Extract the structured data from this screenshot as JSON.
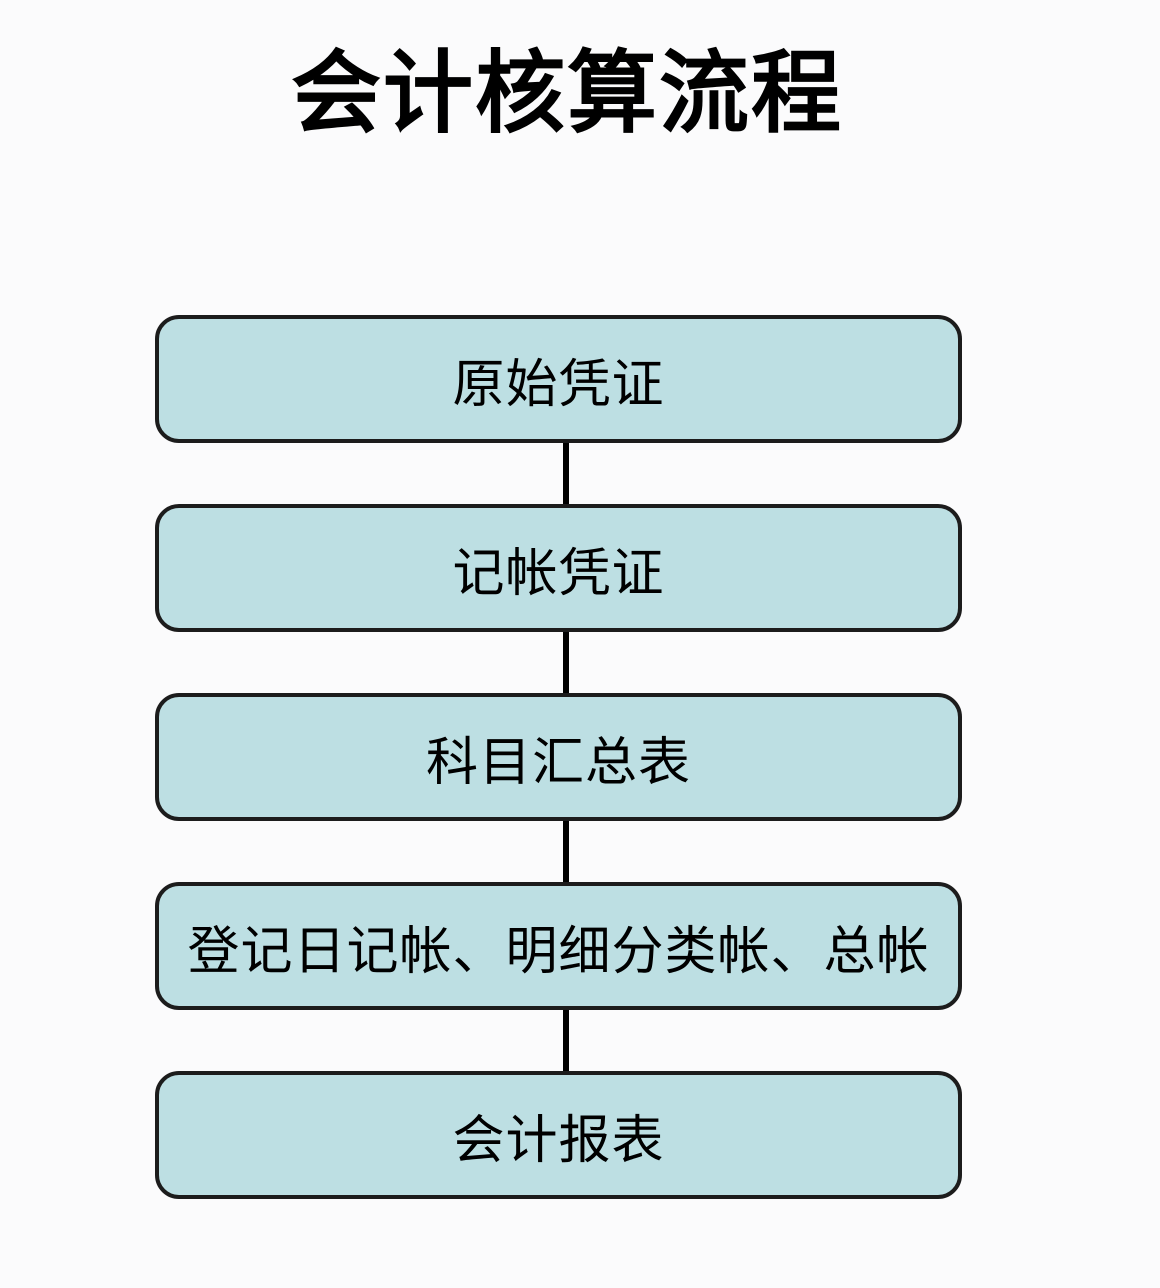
{
  "title": "会计核算流程",
  "flow": {
    "nodes": [
      {
        "label": "原始凭证"
      },
      {
        "label": "记帐凭证"
      },
      {
        "label": "科目汇总表"
      },
      {
        "label": "登记日记帐、明细分类帐、总帐"
      },
      {
        "label": "会计报表"
      }
    ]
  },
  "colors": {
    "node_fill": "#bddfe3",
    "node_border": "#1c1c1c",
    "connector": "#000000",
    "background": "#fbfbfc",
    "text": "#000000"
  }
}
